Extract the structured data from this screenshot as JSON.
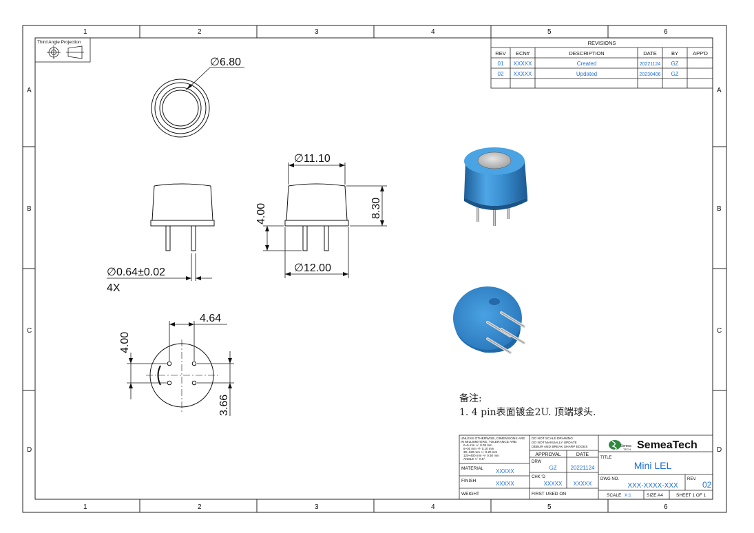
{
  "frame": {
    "columns": [
      "1",
      "2",
      "3",
      "4",
      "5",
      "6"
    ],
    "rows": [
      "A",
      "B",
      "C",
      "D"
    ]
  },
  "projection_label": "Third Angle Projection",
  "dimensions": {
    "top_inner_diameter": "∅6.80",
    "side_width": "∅11.10",
    "side_height_total": "8.30",
    "side_pin_length": "4.00",
    "side_base_diameter": "∅12.00",
    "pin_diameter": "∅0.64±0.02",
    "pin_count": "4X",
    "bottom_pin_spacing_x": "4.64",
    "bottom_pin_offset_y": "4.00",
    "bottom_pin_spacing_y": "3.66"
  },
  "notes": {
    "title": "备注:",
    "line1": "1. 4 pin表面镀金2U. 顶端球头."
  },
  "revisions": {
    "title": "REVISIONS",
    "headers": [
      "REV",
      "ECN#",
      "DESCRIPTION",
      "DATE",
      "BY",
      "APP'D"
    ],
    "rows": [
      {
        "rev": "01",
        "ecn": "XXXXX",
        "desc": "Created",
        "date": "20221124",
        "by": "GZ",
        "app": ""
      },
      {
        "rev": "02",
        "ecn": "XXXXX",
        "desc": "Updated",
        "date": "20230406",
        "by": "GZ",
        "app": ""
      }
    ]
  },
  "title_block": {
    "tolerance_lines": [
      "UNLESS OTHERWISE, DIMENSIONS ARE",
      "IN MILLIMETERS, TOLERANCE ARE:",
      "0~6 mm        +/- 0.05 mm",
      "6~30 mm       +/- 0.10 mm",
      "30~120 mm     +/- 0.20 mm",
      "120~400 mm    +/- 0.30 mm",
      "ANGLE         +/- 0.5°"
    ],
    "drawing_notes": [
      "DO NOT SCALE DRAWING",
      "DO NOT MANUALLY UPDATE",
      "DEBUR AND BREAK SHARP EDGES"
    ],
    "approval_label": "APPROVAL",
    "date_label": "DATE",
    "drw_label": "DRW",
    "drw_value": "GZ",
    "drw_date": "20221124",
    "chkd_label": "CHK 'D",
    "chkd_value": "XXXXX",
    "chkd_date": "XXXXX",
    "first_used_label": "FIRST USED ON",
    "material_label": "MATERIAL",
    "material_value": "XXXXX",
    "finish_label": "FINISH",
    "finish_value": "XXXXX",
    "weight_label": "WEIGHT",
    "company": "SemeaTech",
    "logo_small_top": "Semea",
    "logo_small_bottom": "TECH",
    "title_label": "TITLE",
    "title_value": "Mini LEL",
    "dwg_label": "DWG NO.",
    "dwg_value": "XXX-XXXX-XXX",
    "rev_label": "REV.",
    "rev_value": "02",
    "scale_label": "SCALE",
    "scale_value": "X:1",
    "size_label": "SIZE A4",
    "sheet_label": "SHEET 1 OF 1"
  },
  "colors": {
    "sensor_blue": "#3a8fd0",
    "value_blue": "#1f6fd6"
  }
}
